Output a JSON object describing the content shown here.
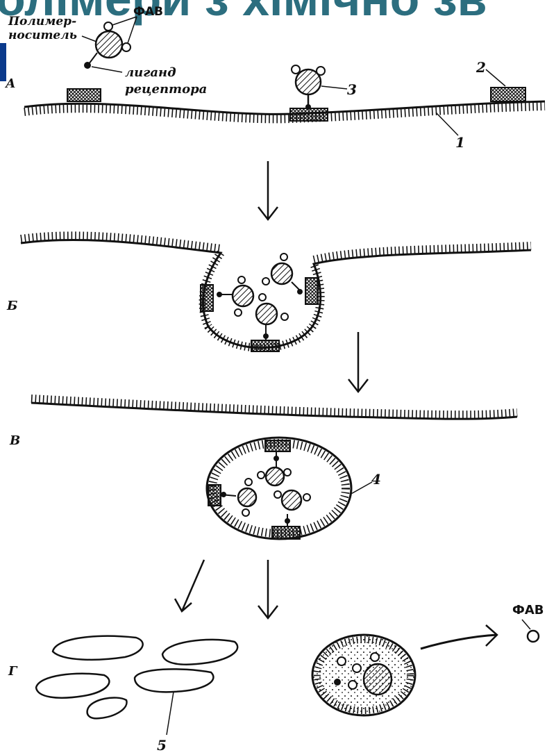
{
  "title": {
    "text": "олімери з хімічно зв"
  },
  "labels": {
    "carrier": [
      "Полимер-",
      "носитель"
    ],
    "fav_top": "ФАВ",
    "ligand": [
      "лиганд",
      "рецептора"
    ],
    "stage_a": "А",
    "stage_b": "Б",
    "stage_v": "В",
    "stage_g": "Г",
    "num_1": "1",
    "num_2": "2",
    "num_3": "3",
    "num_4": "4",
    "num_5": "5",
    "fav_bottom": "ФАВ"
  },
  "colors": {
    "title": "#2c6e7f",
    "accent_bar": "#0b3a8c",
    "ink": "#111111"
  }
}
